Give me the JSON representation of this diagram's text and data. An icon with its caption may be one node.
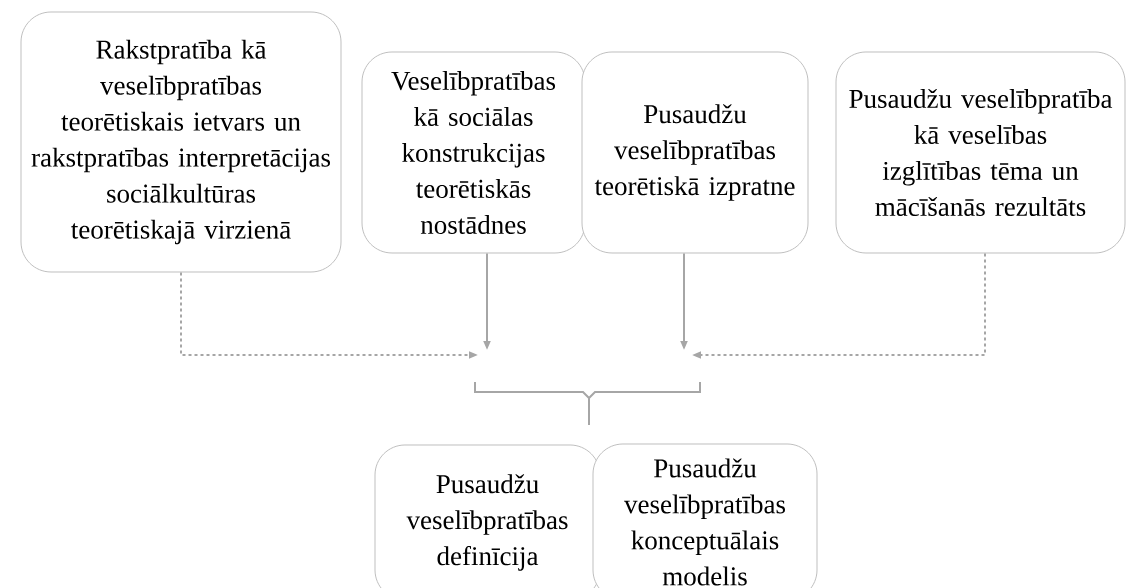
{
  "diagram": {
    "nodes": [
      {
        "text": [
          "Rakstpratība kā veselībpratības teorētiskais ietvars un rakstpratības interpretācijas sociālkultūras teorētiskajā virzienā"
        ]
      },
      {
        "text": [
          "Veselībpratības kā sociālas konstrukcijas teorētiskās nostādnes"
        ]
      },
      {
        "text": [
          "Pusaudžu veselībpratības teorētiskā izpratne"
        ]
      },
      {
        "text": [
          "Pusaudžu veselībpratība kā veselības izglītības tēma un mācīšanās rezultāts"
        ]
      },
      {
        "text": [
          "Pusaudžu veselībpratības definīcija"
        ]
      },
      {
        "text": [
          "Pusaudžu veselībpratības konceptuālais modelis"
        ]
      }
    ],
    "edges": [
      {
        "from": 0,
        "to": null,
        "arrow": "to",
        "style": "dashed"
      },
      {
        "from": 1,
        "to": null,
        "arrow": "to"
      },
      {
        "from": 2,
        "to": null,
        "arrow": "to"
      },
      {
        "from": 3,
        "to": null,
        "arrow": "to",
        "style": "dashed"
      }
    ]
  }
}
